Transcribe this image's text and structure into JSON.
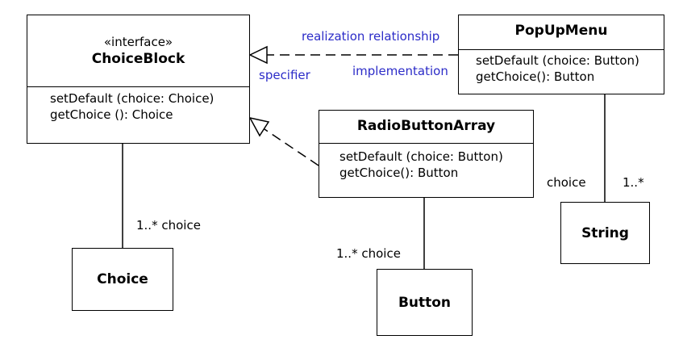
{
  "classes": {
    "choiceblock": {
      "stereotype": "«interface»",
      "name": "ChoiceBlock",
      "ops": [
        "setDefault (choice: Choice)",
        "getChoice (): Choice"
      ]
    },
    "popupmenu": {
      "name": "PopUpMenu",
      "ops": [
        "setDefault (choice: Button)",
        "getChoice(): Button"
      ]
    },
    "radiobuttonarray": {
      "name": "RadioButtonArray",
      "ops": [
        "setDefault (choice: Button)",
        "getChoice(): Button"
      ]
    },
    "choice": {
      "name": "Choice"
    },
    "button": {
      "name": "Button"
    },
    "string": {
      "name": "String"
    }
  },
  "labels": {
    "realization": "realization relationship",
    "specifier": "specifier",
    "implementation": "implementation",
    "choice_assoc": "1..* choice",
    "button_assoc": "1..* choice",
    "string_role": "choice",
    "string_mult": "1..*"
  },
  "colors": {
    "annotation": "#2c2cc8"
  }
}
